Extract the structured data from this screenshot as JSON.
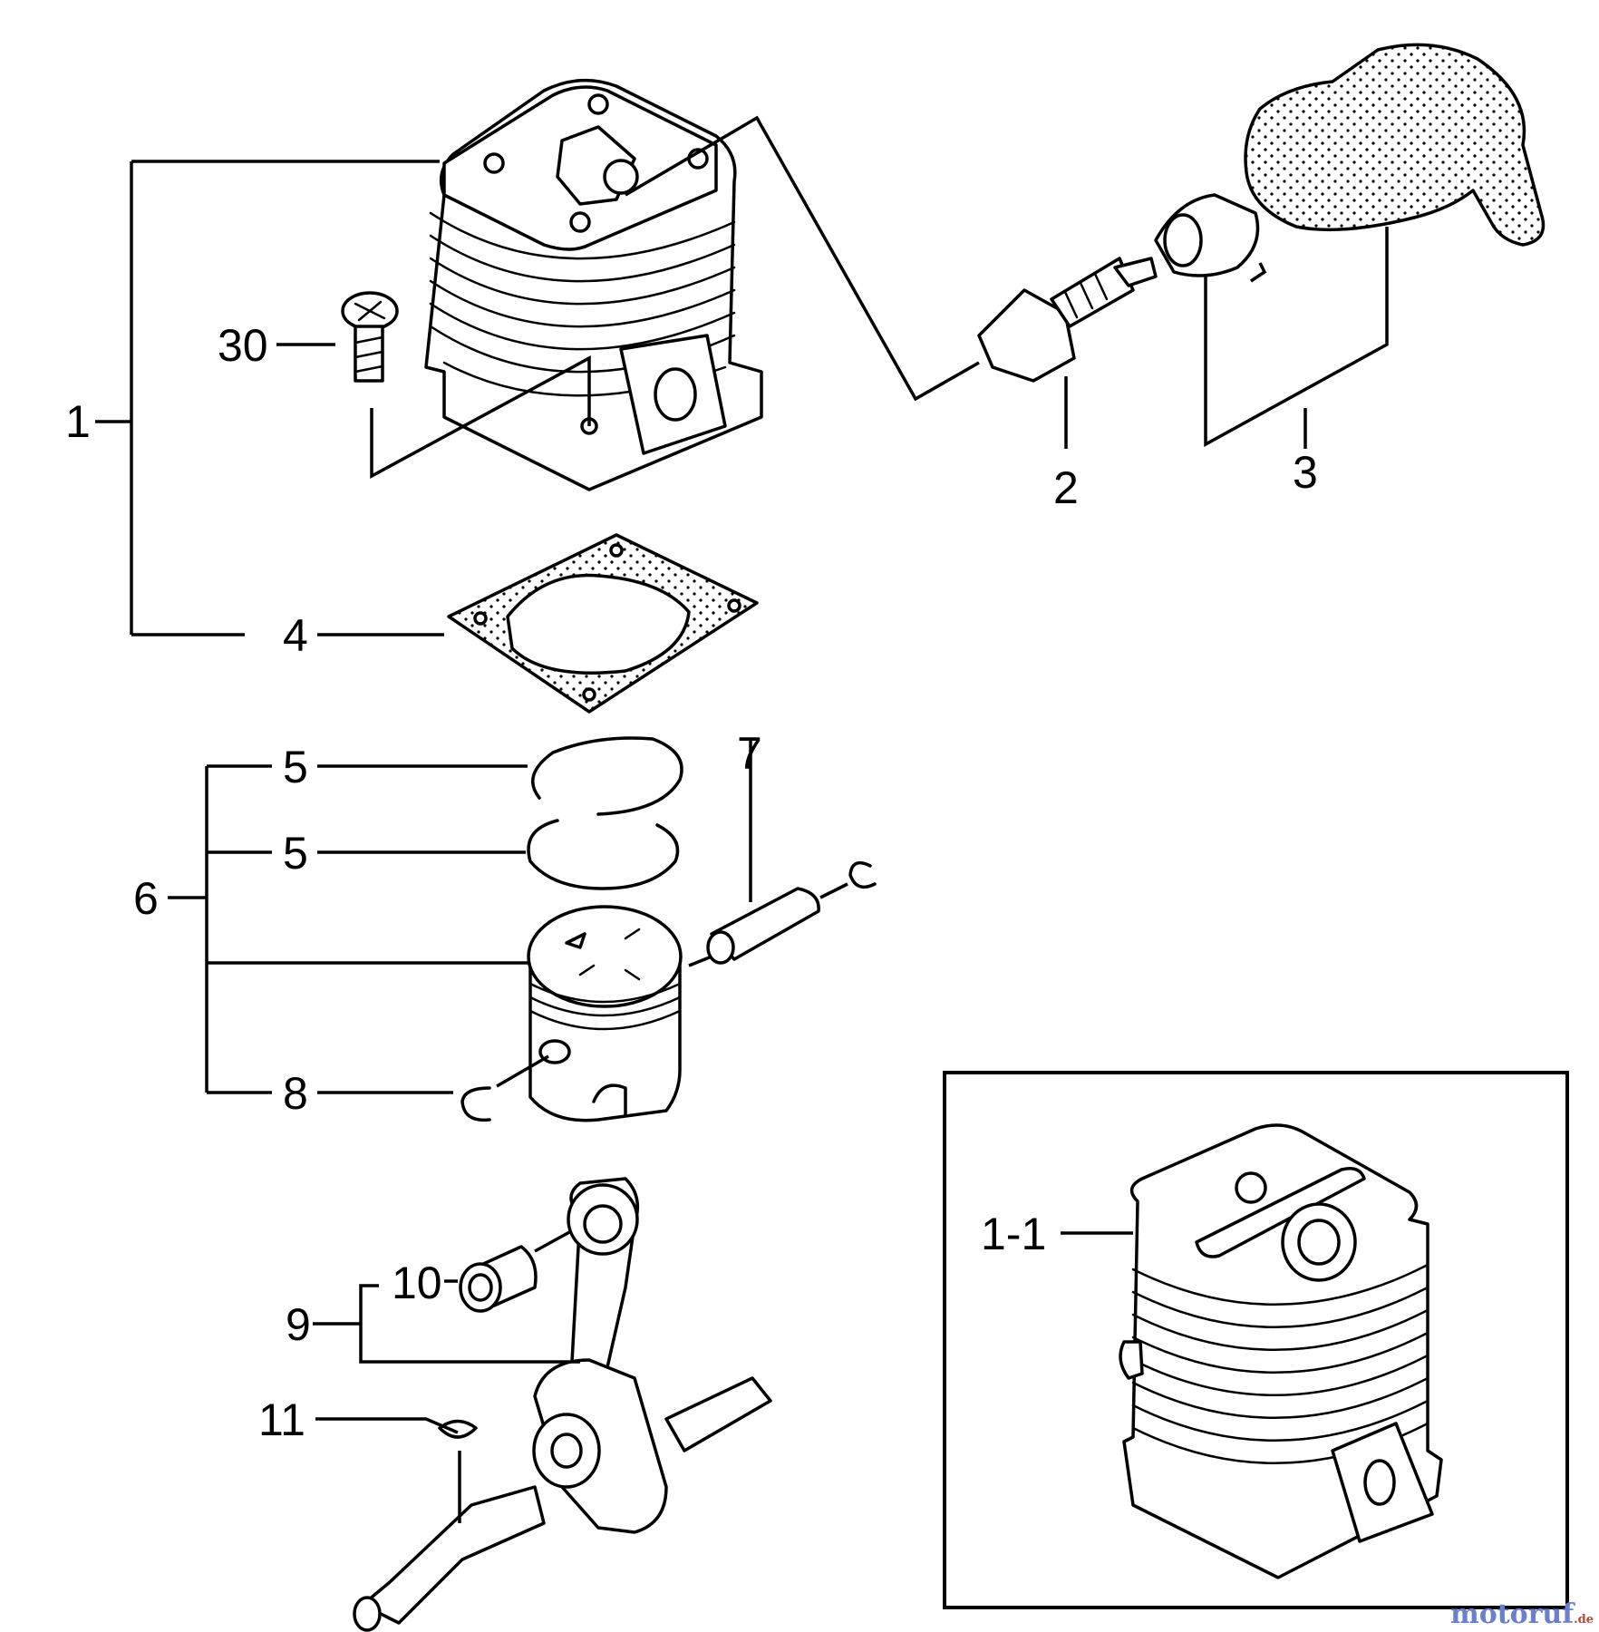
{
  "labels": {
    "cylinder_assy": "1",
    "spark_plug": "2",
    "plug_cap": "3",
    "gasket": "4",
    "ring_top": "5",
    "ring_bottom": "5",
    "piston_assy": "6",
    "piston_pin": "7",
    "circlip": "8",
    "crankshaft_assy": "9",
    "needle_bearing": "10",
    "woodruff_key": "11",
    "screw": "30",
    "cylinder_alt": "1-1"
  },
  "watermark": {
    "text": "motoruf",
    "suffix": ".de"
  }
}
